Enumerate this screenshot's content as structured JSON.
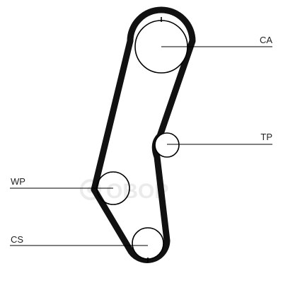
{
  "labels": {
    "ca": "CA",
    "tp": "TP",
    "wp": "WP",
    "cs": "CS"
  },
  "watermark": {
    "text": "OBOP"
  },
  "colors": {
    "belt": "#111111",
    "pulley": "#000000",
    "leader_line": "#000000",
    "watermark": "#e9e9e9",
    "background": "#ffffff"
  }
}
